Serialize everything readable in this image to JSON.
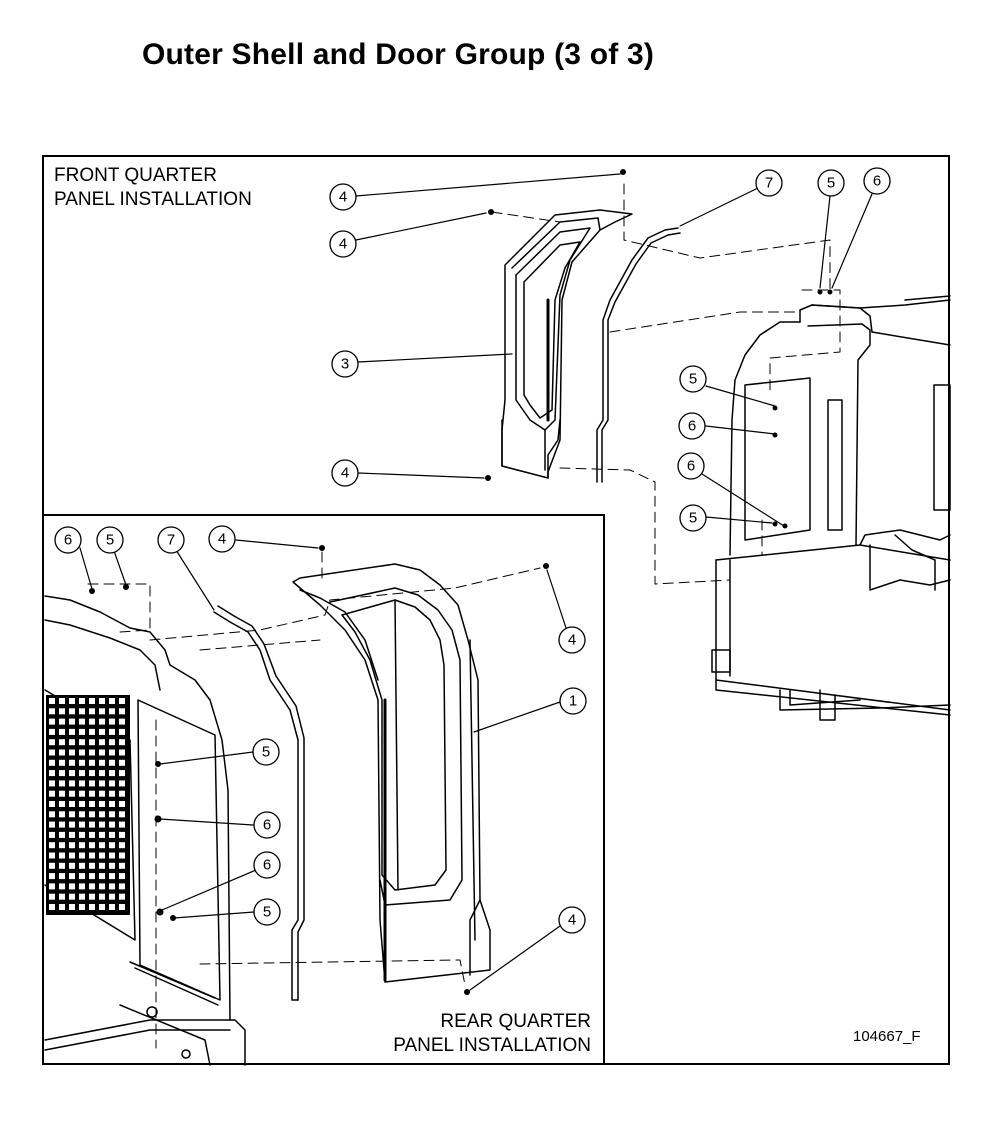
{
  "title": "Outer Shell and Door Group (3 of 3)",
  "sections": {
    "front": {
      "line1": "FRONT QUARTER",
      "line2": "PANEL INSTALLATION"
    },
    "rear": {
      "line1": "REAR QUARTER",
      "line2": "PANEL INSTALLATION"
    }
  },
  "drawing_number": "104667_F",
  "callouts": {
    "front": [
      {
        "id": "f4a",
        "label": "4"
      },
      {
        "id": "f4b",
        "label": "4"
      },
      {
        "id": "f7",
        "label": "7"
      },
      {
        "id": "f5a",
        "label": "5"
      },
      {
        "id": "f6a",
        "label": "6"
      },
      {
        "id": "f3",
        "label": "3"
      },
      {
        "id": "f5b",
        "label": "5"
      },
      {
        "id": "f6b",
        "label": "6"
      },
      {
        "id": "f6c",
        "label": "6"
      },
      {
        "id": "f4c",
        "label": "4"
      },
      {
        "id": "f5c",
        "label": "5"
      }
    ],
    "rear": [
      {
        "id": "r6a",
        "label": "6"
      },
      {
        "id": "r5a",
        "label": "5"
      },
      {
        "id": "r7",
        "label": "7"
      },
      {
        "id": "r4a",
        "label": "4"
      },
      {
        "id": "r4b",
        "label": "4"
      },
      {
        "id": "r1",
        "label": "1"
      },
      {
        "id": "r5b",
        "label": "5"
      },
      {
        "id": "r6b",
        "label": "6"
      },
      {
        "id": "r6c",
        "label": "6"
      },
      {
        "id": "r5c",
        "label": "5"
      },
      {
        "id": "r4c",
        "label": "4"
      }
    ]
  }
}
